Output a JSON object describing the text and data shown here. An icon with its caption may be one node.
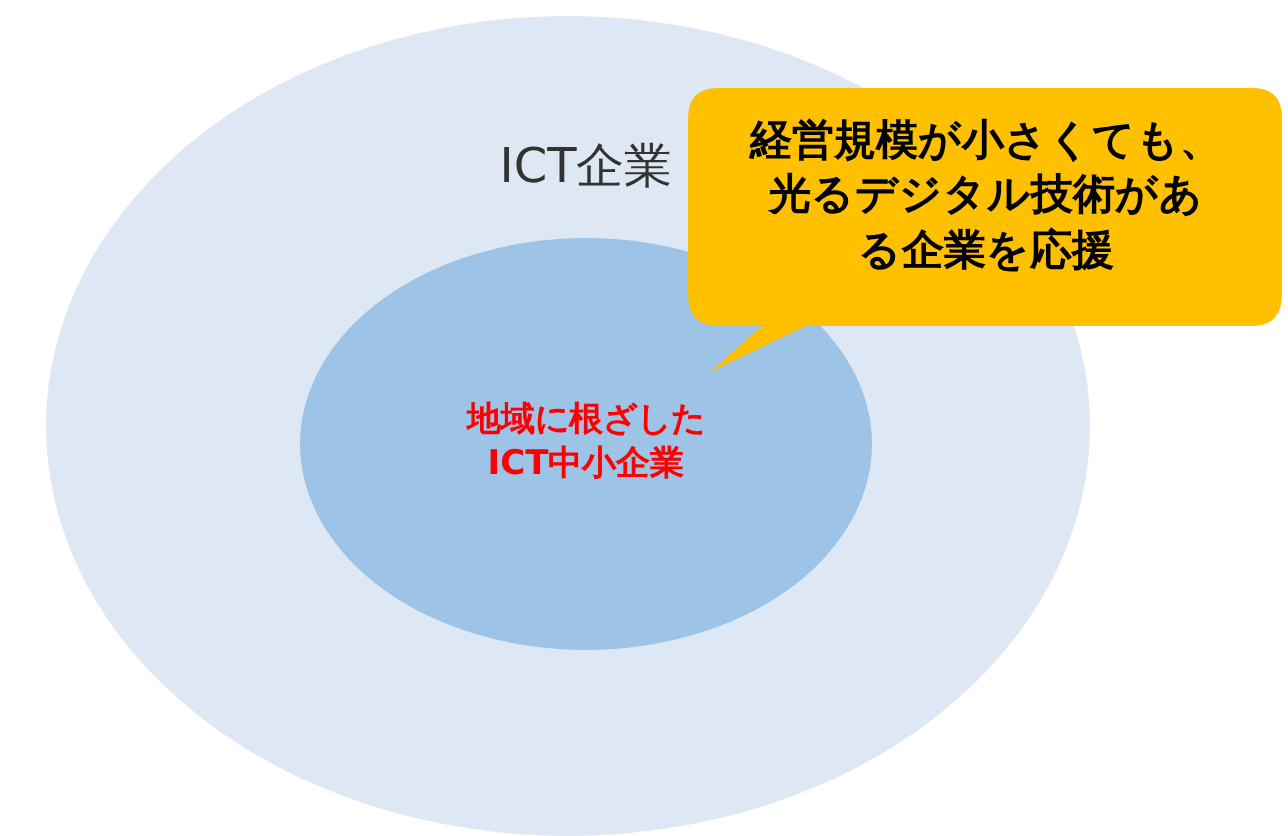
{
  "diagram": {
    "nodes": [
      {
        "text": [
          "ICT企業"
        ]
      },
      {
        "text": [
          "地域に根ざしたICT中小企業"
        ],
        "in": 0
      },
      {
        "text": [
          "経営規模が小さくても、光るデジタル技術がある企業を応援"
        ]
      }
    ]
  }
}
